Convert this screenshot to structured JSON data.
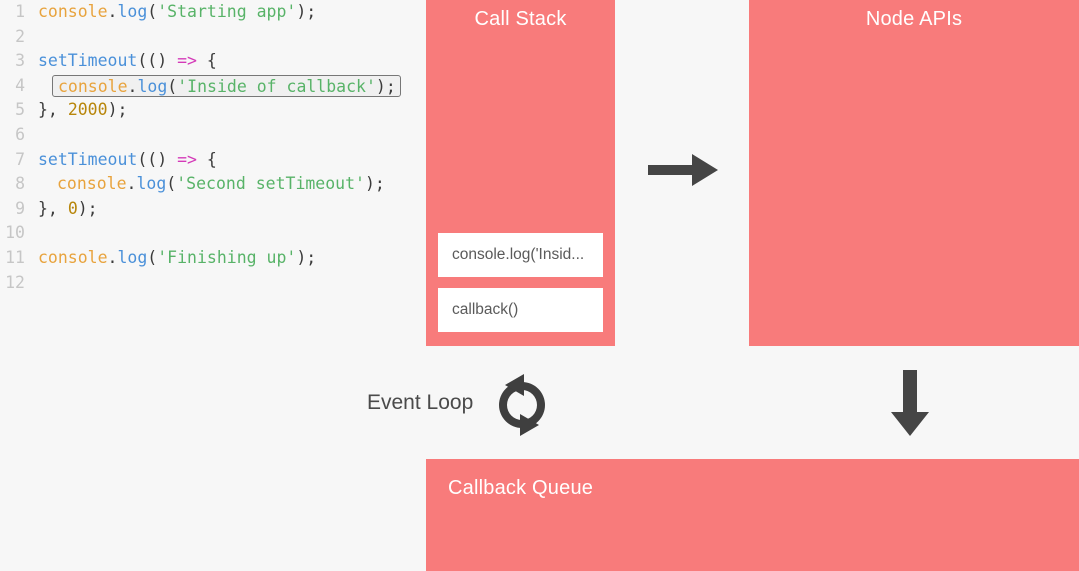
{
  "theme": {
    "background": "#f7f7f7",
    "panel_fill": "#f87b7b",
    "panel_title_color": "#ffffff",
    "arrow_color": "#454545",
    "frame_fill": "#ffffff",
    "frame_text_color": "#5a5a5a",
    "gutter_color": "#c6c6c6"
  },
  "editor": {
    "name": "javascript-code-editor",
    "highlighted_line": 4,
    "lines": [
      {
        "number": "1",
        "indent": false,
        "highlighted": false,
        "tokens": [
          {
            "text": "console",
            "type": "obj"
          },
          {
            "text": ".",
            "type": "punc"
          },
          {
            "text": "log",
            "type": "fn"
          },
          {
            "text": "(",
            "type": "punc"
          },
          {
            "text": "'Starting app'",
            "type": "str"
          },
          {
            "text": ");",
            "type": "punc"
          }
        ]
      },
      {
        "number": "2",
        "indent": false,
        "highlighted": false,
        "tokens": []
      },
      {
        "number": "3",
        "indent": false,
        "highlighted": false,
        "tokens": [
          {
            "text": "setTimeout",
            "type": "fn"
          },
          {
            "text": "(() ",
            "type": "punc"
          },
          {
            "text": "=>",
            "type": "arrow"
          },
          {
            "text": " {",
            "type": "punc"
          }
        ]
      },
      {
        "number": "4",
        "indent": true,
        "highlighted": true,
        "tokens": [
          {
            "text": "console",
            "type": "obj"
          },
          {
            "text": ".",
            "type": "punc"
          },
          {
            "text": "log",
            "type": "fn"
          },
          {
            "text": "(",
            "type": "punc"
          },
          {
            "text": "'Inside of callback'",
            "type": "str"
          },
          {
            "text": ");",
            "type": "punc"
          }
        ]
      },
      {
        "number": "5",
        "indent": false,
        "highlighted": false,
        "tokens": [
          {
            "text": "}, ",
            "type": "punc"
          },
          {
            "text": "2000",
            "type": "num"
          },
          {
            "text": ");",
            "type": "punc"
          }
        ]
      },
      {
        "number": "6",
        "indent": false,
        "highlighted": false,
        "tokens": []
      },
      {
        "number": "7",
        "indent": false,
        "highlighted": false,
        "tokens": [
          {
            "text": "setTimeout",
            "type": "fn"
          },
          {
            "text": "(() ",
            "type": "punc"
          },
          {
            "text": "=>",
            "type": "arrow"
          },
          {
            "text": " {",
            "type": "punc"
          }
        ]
      },
      {
        "number": "8",
        "indent": true,
        "highlighted": false,
        "tokens": [
          {
            "text": "console",
            "type": "obj"
          },
          {
            "text": ".",
            "type": "punc"
          },
          {
            "text": "log",
            "type": "fn"
          },
          {
            "text": "(",
            "type": "punc"
          },
          {
            "text": "'Second setTimeout'",
            "type": "str"
          },
          {
            "text": ");",
            "type": "punc"
          }
        ]
      },
      {
        "number": "9",
        "indent": false,
        "highlighted": false,
        "tokens": [
          {
            "text": "}, ",
            "type": "punc"
          },
          {
            "text": "0",
            "type": "num"
          },
          {
            "text": ");",
            "type": "punc"
          }
        ]
      },
      {
        "number": "10",
        "indent": false,
        "highlighted": false,
        "tokens": []
      },
      {
        "number": "11",
        "indent": false,
        "highlighted": false,
        "tokens": [
          {
            "text": "console",
            "type": "obj"
          },
          {
            "text": ".",
            "type": "punc"
          },
          {
            "text": "log",
            "type": "fn"
          },
          {
            "text": "(",
            "type": "punc"
          },
          {
            "text": "'Finishing up'",
            "type": "str"
          },
          {
            "text": ");",
            "type": "punc"
          }
        ]
      },
      {
        "number": "12",
        "indent": false,
        "highlighted": false,
        "tokens": []
      }
    ]
  },
  "call_stack": {
    "title": "Call Stack",
    "frames": [
      {
        "label": "console.log('Insid..."
      },
      {
        "label": "callback()"
      }
    ]
  },
  "node_apis": {
    "title": "Node APIs",
    "items": []
  },
  "callback_queue": {
    "title": "Callback Queue",
    "items": []
  },
  "event_loop": {
    "label": "Event Loop",
    "icon": "loop-refresh-icon"
  },
  "arrows": [
    {
      "name": "arrow-right-to-node-apis",
      "direction": "right"
    },
    {
      "name": "arrow-down-to-callback-queue",
      "direction": "down"
    }
  ]
}
